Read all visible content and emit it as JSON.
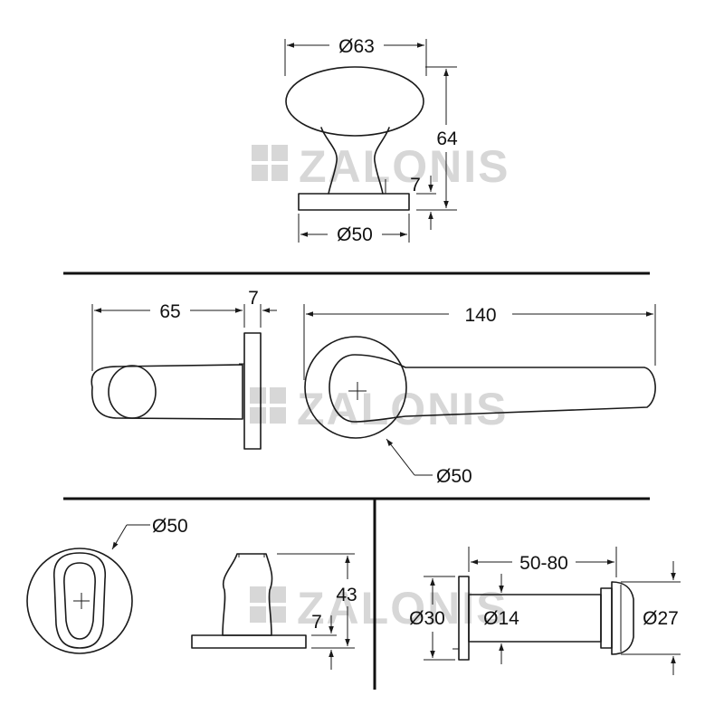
{
  "watermark": {
    "brand": "ZALONIS"
  },
  "knob": {
    "width_label": "Ø63",
    "height_label": "64",
    "rose_thickness_label": "7",
    "rose_diameter_label": "Ø50"
  },
  "lever": {
    "projection_label": "65",
    "rose_thickness_label": "7",
    "length_label": "140",
    "rose_diameter_label": "Ø50"
  },
  "turn": {
    "rose_diameter_label": "Ø50",
    "height_label": "43",
    "rose_thickness_label": "7"
  },
  "viewer": {
    "length_label": "50-80",
    "rose_diameter_label": "Ø30",
    "tube_diameter_label": "Ø14",
    "head_diameter_label": "Ø27"
  },
  "colors": {
    "line": "#1a1a1a",
    "watermark": "#d7d7d7",
    "background": "#ffffff"
  }
}
